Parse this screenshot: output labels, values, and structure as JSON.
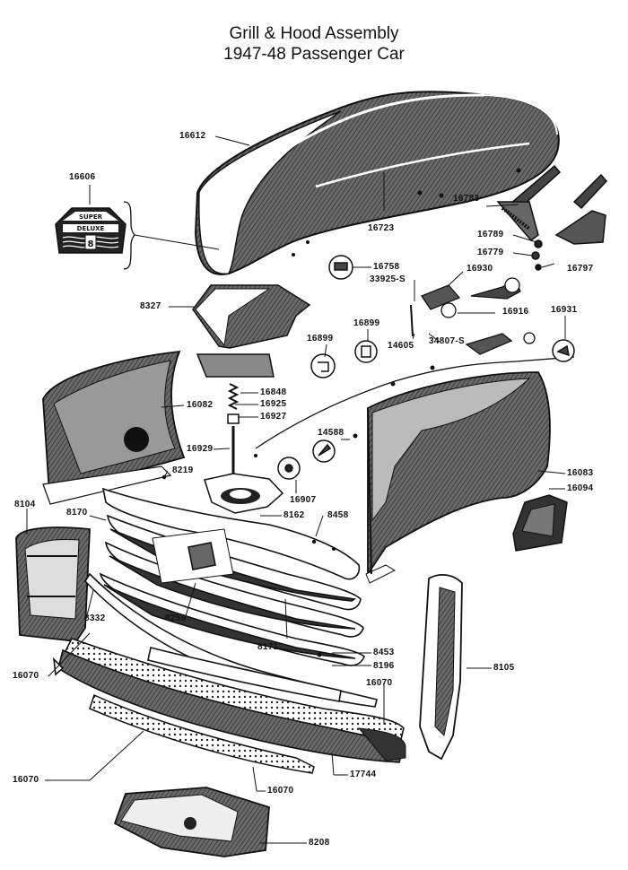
{
  "title": {
    "line1": "Grill & Hood Assembly",
    "line2": "1947-48 Passenger Car"
  },
  "badge": {
    "line1": "SUPER",
    "line2": "DELUXE",
    "mark": "8"
  },
  "parts": {
    "p16612": "16612",
    "p16606": "16606",
    "p16723": "16723",
    "p16783": "16783",
    "p16789": "16789",
    "p16779": "16779",
    "p16797": "16797",
    "p16758": "16758",
    "p16930": "16930",
    "p33925S": "33925-S",
    "p8327": "8327",
    "p16916": "16916",
    "p16931": "16931",
    "p16899a": "16899",
    "p16899b": "16899",
    "p14605": "14605",
    "p34807S": "34807-S",
    "p16848": "16848",
    "p16082": "16082",
    "p16925": "16925",
    "p16927": "16927",
    "p14588": "14588",
    "p16929": "16929",
    "p8219": "8219",
    "p16083": "16083",
    "p16094": "16094",
    "p16907": "16907",
    "p8104": "8104",
    "p8170": "8170",
    "p8162": "8162",
    "p8458": "8458",
    "p8332": "8332",
    "p8259": "8259",
    "p8171": "8171",
    "p8453": "8453",
    "p16070a": "16070",
    "p8196": "8196",
    "p8105": "8105",
    "p16070b": "16070",
    "p16070c": "16070",
    "p17744": "17744",
    "p16070d": "16070",
    "p8208": "8208"
  }
}
